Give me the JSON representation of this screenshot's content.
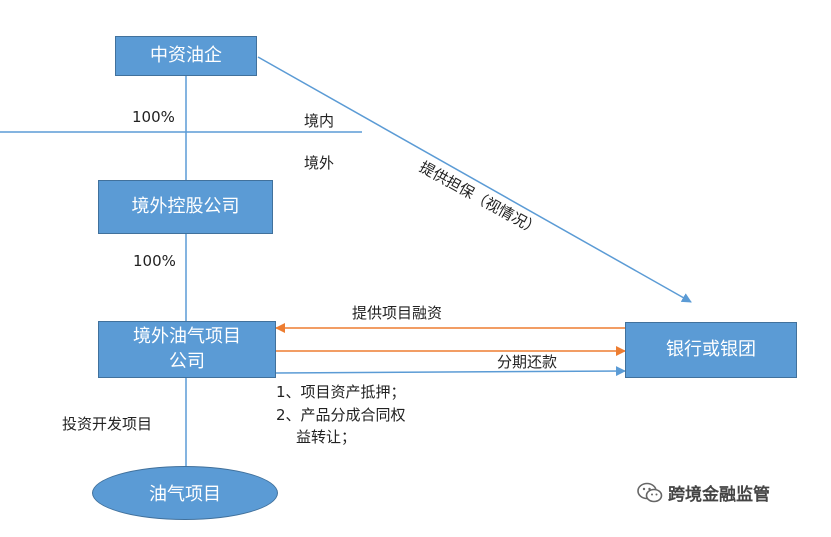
{
  "nodes": {
    "parent_company": "中资油企",
    "holding_company": "境外控股公司",
    "project_company_line1": "境外油气项目",
    "project_company_line2": "公司",
    "bank": "银行或银团",
    "oil_project": "油气项目"
  },
  "labels": {
    "share_top": "100%",
    "share_bottom": "100%",
    "domestic": "境内",
    "overseas": "境外",
    "guarantee": "提供担保（视情况）",
    "financing": "提供项目融资",
    "repayment": "分期还款",
    "invest": "投资开发项目",
    "collateral_1": "1、项目资产抵押；",
    "collateral_2": "2、产品分成合同权",
    "collateral_3": "益转让；"
  },
  "watermark": {
    "text": "跨境金融监管",
    "icon": "wechat-icon"
  },
  "colors": {
    "node_fill": "#5b9bd5",
    "node_border": "#41719c",
    "connector": "#5b9bd5",
    "arrow_financing": "#ed7d31",
    "arrow_repayment": "#5b9bd5"
  }
}
